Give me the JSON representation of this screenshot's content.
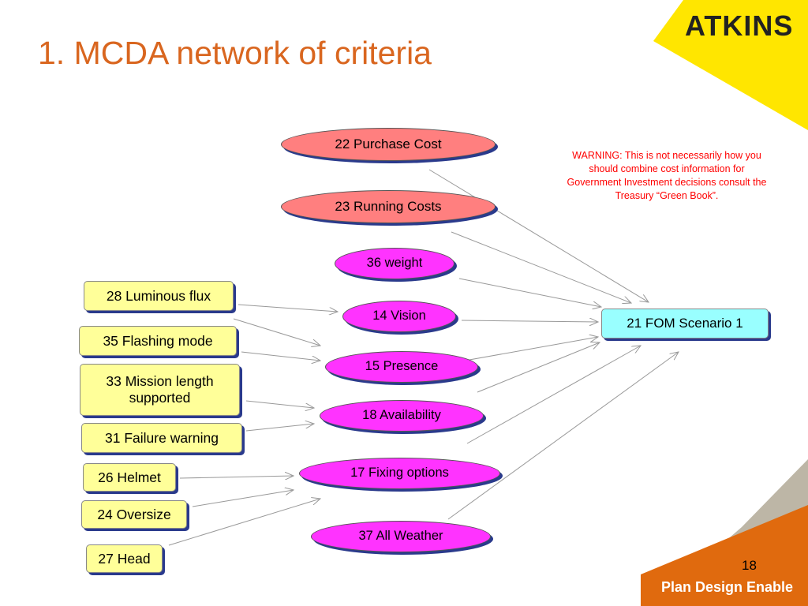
{
  "header": {
    "title": "1. MCDA network of criteria",
    "logo": "ATKINS"
  },
  "warning": "WARNING: This is not necessarily how you should combine cost information for Government Investment decisions consult the Treasury “Green Book”.",
  "nodes": {
    "purchase_cost": "22 Purchase Cost",
    "running_costs": "23 Running Costs",
    "weight": "36 weight",
    "vision": "14 Vision",
    "presence": "15 Presence",
    "availability": "18 Availability",
    "fixing_options": "17 Fixing options",
    "all_weather": "37 All Weather",
    "fom": "21 FOM Scenario 1",
    "luminous_flux": "28 Luminous flux",
    "flashing_mode": "35 Flashing mode",
    "mission_length": "33 Mission length supported",
    "failure_warning": "31 Failure warning",
    "helmet": "26 Helmet",
    "oversize": "24 Oversize",
    "head": "27 Head"
  },
  "footer": {
    "page_number": "18",
    "tagline": "Plan Design Enable"
  },
  "colors": {
    "title": "#d9661f",
    "cost_nodes": "#ff7f7f",
    "criteria_nodes": "#ff33ff",
    "input_nodes": "#ffff99",
    "fom_node": "#99ffff",
    "warning": "#ff0000",
    "brand_yellow": "#ffe600",
    "brand_orange": "#e06a0e"
  }
}
